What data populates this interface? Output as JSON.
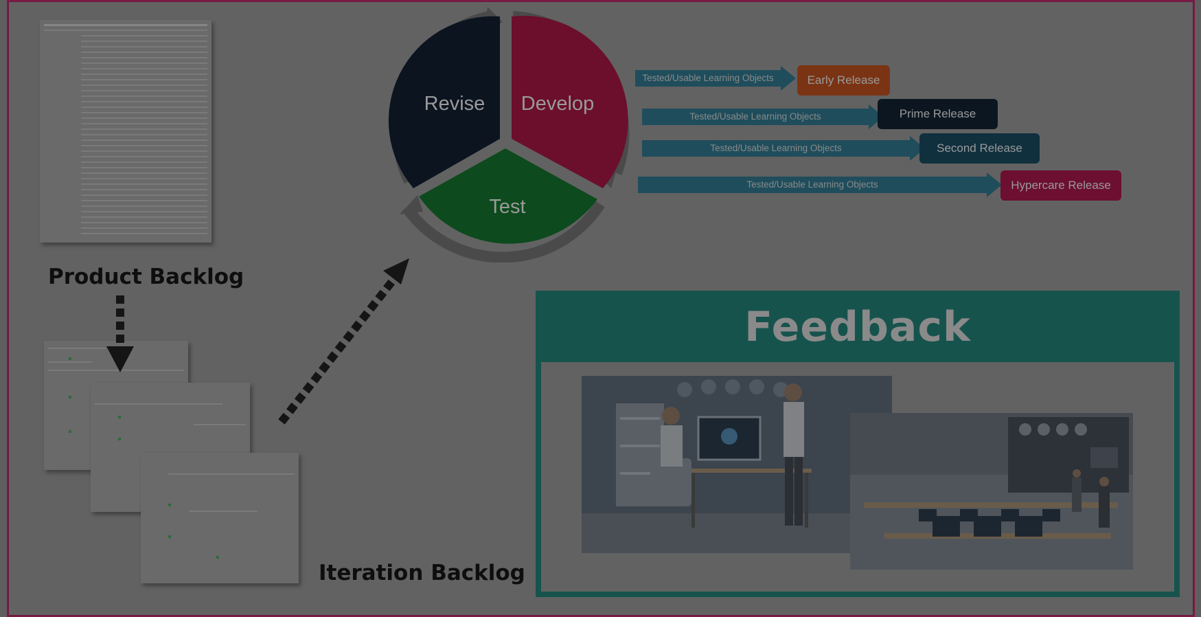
{
  "product_backlog": {
    "label": "Product Backlog"
  },
  "iteration_backlog": {
    "label": "Iteration Backlog"
  },
  "cycle": {
    "segments": [
      "Revise",
      "Develop",
      "Test"
    ]
  },
  "deliveries": [
    {
      "text": "Tested/Usable Learning Objects",
      "release": "Early Release",
      "color": "#7a3413"
    },
    {
      "text": "Tested/Usable Learning Objects",
      "release": "Prime Release",
      "color": "#0b1620"
    },
    {
      "text": "Tested/Usable Learning Objects",
      "release": "Second Release",
      "color": "#10303e"
    },
    {
      "text": "Tested/Usable Learning Objects",
      "release": "Hypercare Release",
      "color": "#6c0f30"
    }
  ],
  "feedback": {
    "title": "Feedback"
  },
  "colors": {
    "revise": "#0c1420",
    "develop": "#6b0f2c",
    "test": "#0d4a1d",
    "ring": "#4a4a4a",
    "feedback_band": "#17534d",
    "arrow": "#1f4d5c"
  }
}
